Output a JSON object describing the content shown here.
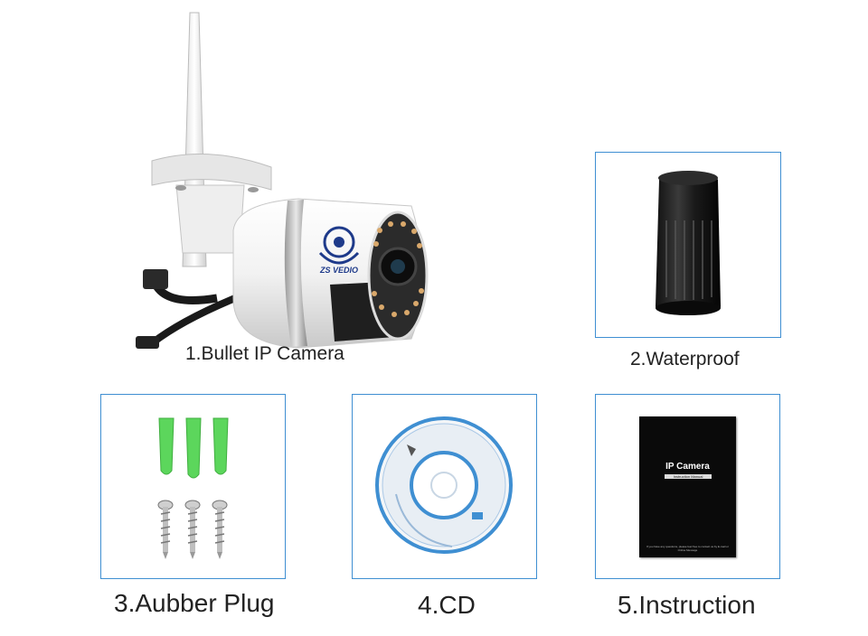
{
  "items": [
    {
      "label": "1.Bullet IP Camera",
      "icon": "bullet-camera-icon"
    },
    {
      "label": "2.Waterproof",
      "icon": "waterproof-cap-icon"
    },
    {
      "label": "3.Aubber Plug",
      "icon": "rubber-plug-screws-icon"
    },
    {
      "label": "4.CD",
      "icon": "cd-disc-icon"
    },
    {
      "label": "5.Instruction",
      "icon": "instruction-manual-icon"
    }
  ],
  "camera_brand": "ZS VEDIO",
  "manual": {
    "title": "IP Camera",
    "subtitle": "Instruction Manual",
    "footer": "If you have any questions, please feel free to contact us by E-mail or Online Message"
  },
  "colors": {
    "frame_border": "#3f8fd2",
    "plug_green": "#5cd65c",
    "cd_blue": "#3f8fd2",
    "manual_black": "#0a0a0a",
    "brand_blue": "#1e3a8a"
  }
}
